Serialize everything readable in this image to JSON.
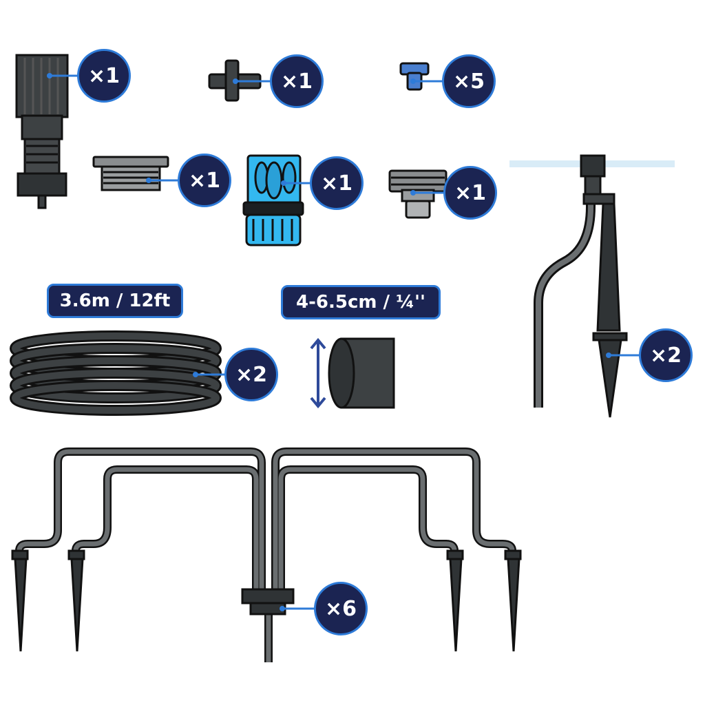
{
  "colors": {
    "badge_fill": "#1b2452",
    "badge_border": "#2e7bd8",
    "part_dark": "#3d4143",
    "part_blue": "#33b8f0",
    "outline": "#111111"
  },
  "parts": [
    {
      "name": "pressure-reducer",
      "quantity": "×1"
    },
    {
      "name": "tee-connector",
      "quantity": "×1"
    },
    {
      "name": "blue-plug",
      "quantity": "×5"
    },
    {
      "name": "thread-adapter",
      "quantity": "×1"
    },
    {
      "name": "hose-connector",
      "quantity": "×1"
    },
    {
      "name": "tap-adapter",
      "quantity": "×1"
    },
    {
      "name": "mist-sprayer-stake",
      "quantity": "×2"
    },
    {
      "name": "tubing-coil",
      "quantity": "×2"
    },
    {
      "name": "drip-stake-manifold",
      "quantity": "×6"
    }
  ],
  "labels": {
    "tubing_length": "3.6m / 12ft",
    "diameter": "4-6.5cm / ¼''"
  },
  "icons": [
    "double-arrow-icon"
  ]
}
